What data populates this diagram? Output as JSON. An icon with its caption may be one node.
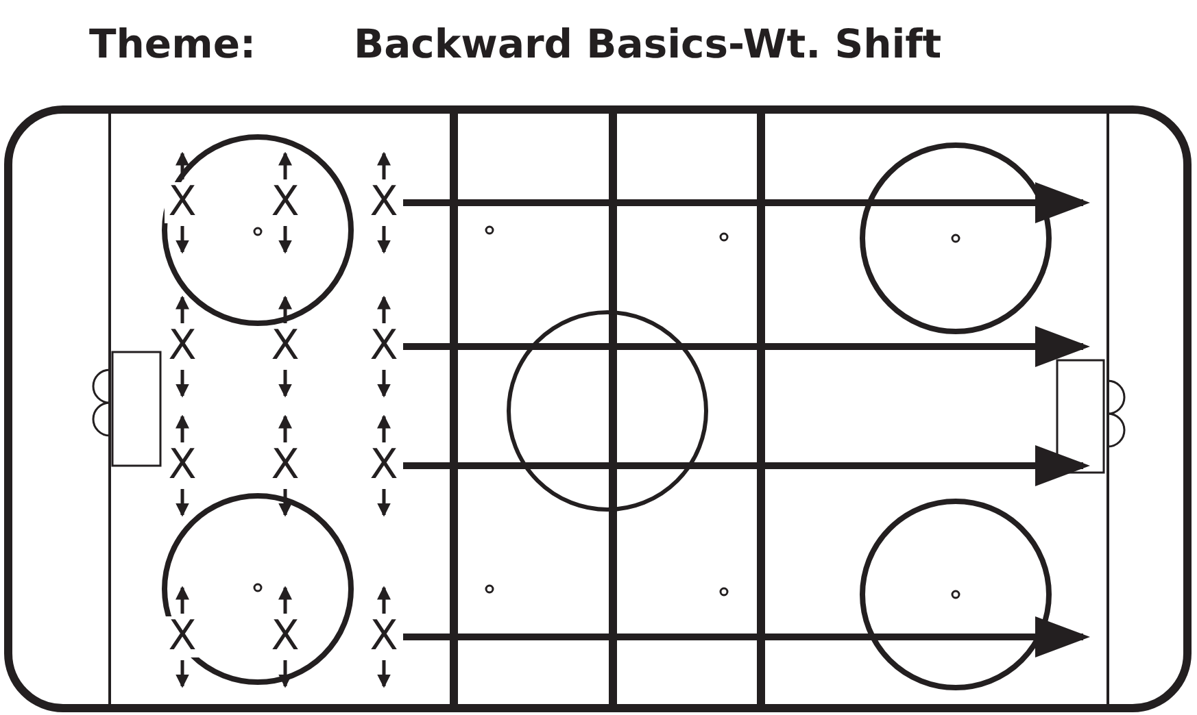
{
  "diagram": {
    "title": "Backward Basics-Wt. Shift",
    "nodes": [
      {
        "text": [
          "X"
        ]
      },
      {
        "text": [
          "X"
        ]
      },
      {
        "text": [
          "X"
        ]
      },
      {
        "text": [
          "X"
        ]
      },
      {
        "text": [
          "X"
        ]
      },
      {
        "text": [
          "X"
        ]
      },
      {
        "text": [
          "X"
        ]
      },
      {
        "text": [
          "X"
        ]
      },
      {
        "text": [
          "X"
        ]
      },
      {
        "text": [
          "X"
        ]
      },
      {
        "text": [
          "X"
        ]
      },
      {
        "text": [
          "X"
        ]
      }
    ],
    "edges": [
      {
        "from": 2,
        "to": null,
        "arrow": "to"
      },
      {
        "from": 5,
        "to": null,
        "arrow": "to"
      },
      {
        "from": 8,
        "to": null,
        "arrow": "to"
      },
      {
        "from": 11,
        "to": null,
        "arrow": "to"
      }
    ],
    "labels": [
      "Theme:"
    ]
  }
}
